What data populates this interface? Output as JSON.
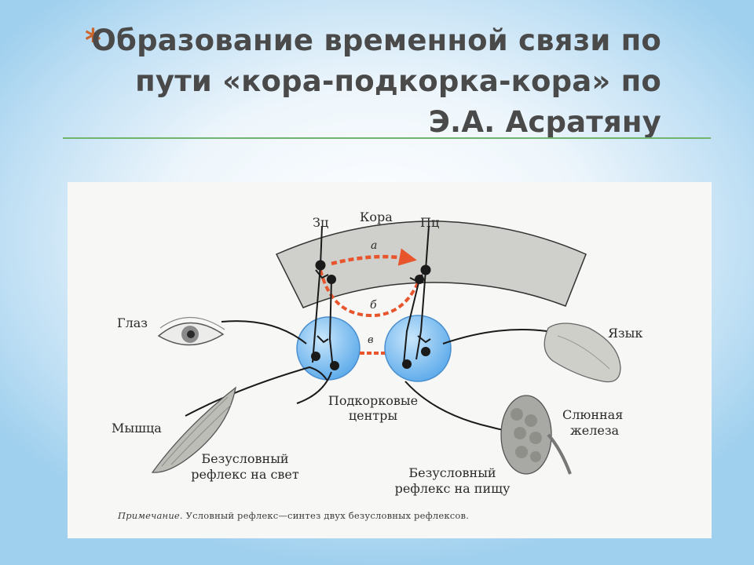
{
  "slide": {
    "bullet": "*",
    "title": "Образование временной связи по пути «кора-подкорка-кора» по Э.А. Асратяну"
  },
  "diagram": {
    "labels": {
      "cortex": "Кора",
      "zc": "Зц",
      "pc": "Пц",
      "path_a": "а",
      "path_b": "б",
      "path_v": "в",
      "eye": "Глаз",
      "muscle": "Мышца",
      "tongue": "Язык",
      "gland_line1": "Слюнная",
      "gland_line2": "железа",
      "subcortical_line1": "Подкорковые",
      "subcortical_line2": "центры",
      "reflex_light_line1": "Безусловный",
      "reflex_light_line2": "рефлекс на свет",
      "reflex_food_line1": "Безусловный",
      "reflex_food_line2": "рефлекс на пищу"
    },
    "note": {
      "lead": "Примечание.",
      "text": " Условный рефлекс—синтез двух безусловных рефлексов."
    },
    "colors": {
      "cortex_band": "#cfcfcb",
      "subcortical_center": "#5aa9ea",
      "pathway": "#e8542c",
      "neuron": "#1a1a1a"
    }
  }
}
